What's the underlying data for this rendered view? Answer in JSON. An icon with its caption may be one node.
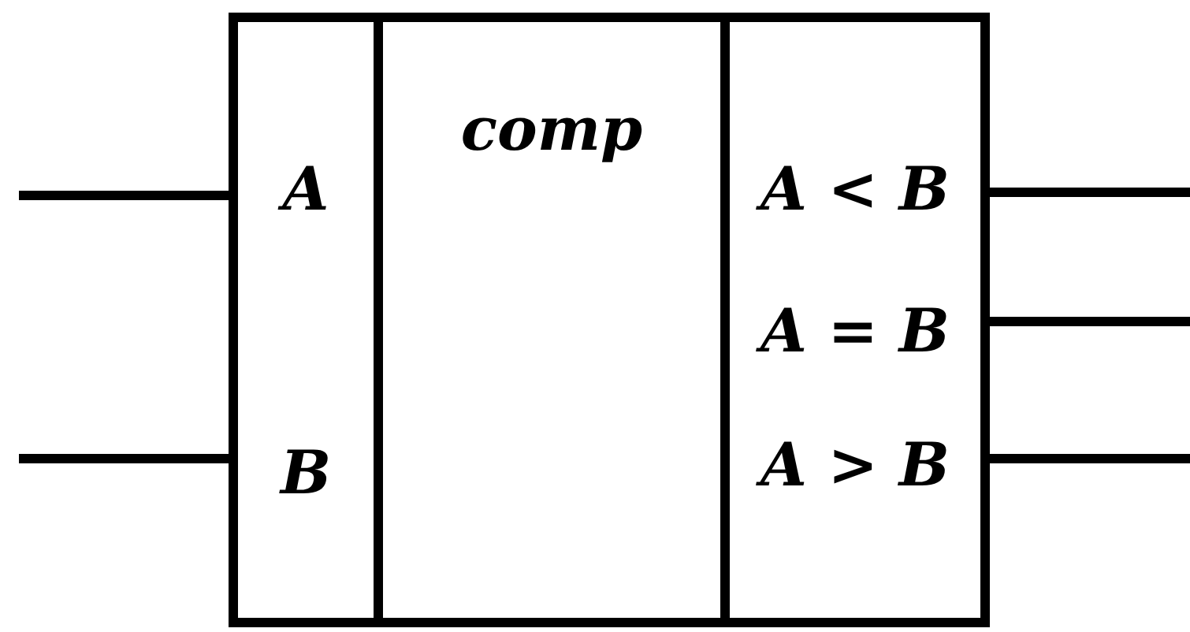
{
  "diagram": {
    "nodes": [
      {
        "text": [
          "A",
          "B"
        ]
      },
      {
        "text": [
          "comp"
        ]
      },
      {
        "text": [
          "A < B",
          "A = B",
          "A > B"
        ]
      }
    ],
    "edges": [
      {
        "from": null,
        "to": 0,
        "arrow": "none"
      },
      {
        "from": null,
        "to": 0,
        "arrow": "none"
      },
      {
        "from": 2,
        "to": null,
        "arrow": "none"
      },
      {
        "from": 2,
        "to": null,
        "arrow": "none"
      },
      {
        "from": 2,
        "to": null,
        "arrow": "none"
      }
    ]
  }
}
